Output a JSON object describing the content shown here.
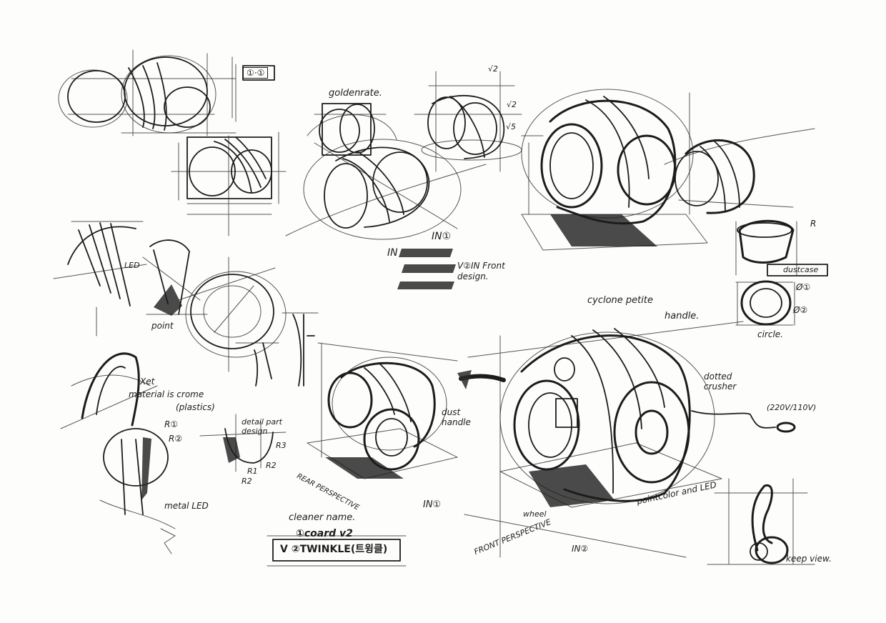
{
  "notes": {
    "callout_11": "①·①",
    "golden_rate": "goldenrate.",
    "root2_a": "√2",
    "root2_b": "√2",
    "root5": "√5",
    "in1_top": "IN①",
    "in_label": "IN",
    "front_design": "V②IN Front design.",
    "led_top": "LED",
    "point": "point",
    "material_1": "Xet",
    "material_2": "material is crome",
    "material_3": "(plastics)",
    "r1_top": "R①",
    "r2_top": "R②",
    "metal_led": "metal LED",
    "detail_part": "detail part design",
    "r3": "R3",
    "r1": "R1",
    "r2a": "R2",
    "r2b": "R2",
    "cyclone_petite": "cyclone petite",
    "handle": "handle.",
    "dust_handle": "dust handle",
    "dotted_crusher": "dotted crusher",
    "voltage": "(220V/110V)",
    "r_right": "R",
    "dustcase": "dustcase",
    "phi1": "Ø①",
    "phi2": "Ø②",
    "circle": "circle.",
    "rear_perspective": "REAR PERSPECTIVE",
    "in1_bottom": "IN①",
    "front_perspective": "FRONT PERSPECTIVE",
    "wheel": "wheel",
    "in2_bottom": "IN②",
    "pointcolor_led": "pointcolor and LED",
    "keep_view": "keep view.",
    "cleaner_name": "cleaner name.",
    "name_option_1": "①coard v2",
    "name_option_2": "V ②TWINKLE(트윙클)"
  }
}
